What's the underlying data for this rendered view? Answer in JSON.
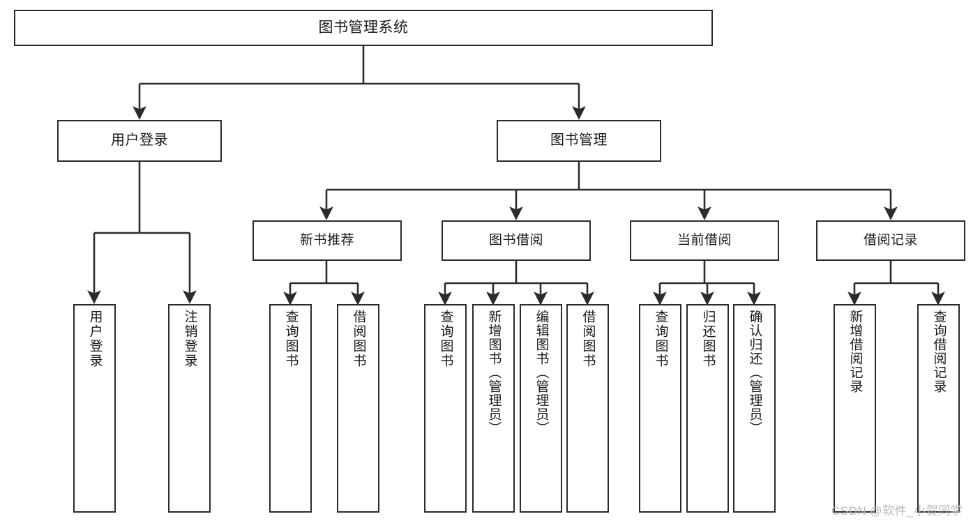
{
  "diagram": {
    "title": "图书管理系统",
    "type": "tree-hierarchy",
    "root": {
      "label": "图书管理系统"
    },
    "level1": [
      {
        "label": "用户登录"
      },
      {
        "label": "图书管理"
      }
    ],
    "level2": [
      {
        "label": "新书推荐"
      },
      {
        "label": "图书借阅"
      },
      {
        "label": "当前借阅"
      },
      {
        "label": "借阅记录"
      }
    ],
    "leaves": {
      "user_login": [
        {
          "label": "用户登录"
        },
        {
          "label": "注销登录"
        }
      ],
      "new_book_recommend": [
        {
          "label": "查询图书"
        },
        {
          "label": "借阅图书"
        }
      ],
      "book_borrow": [
        {
          "label": "查询图书"
        },
        {
          "label": "新增图书（管理员）"
        },
        {
          "label": "编辑图书（管理员）"
        },
        {
          "label": "借阅图书"
        }
      ],
      "current_borrow": [
        {
          "label": "查询图书"
        },
        {
          "label": "归还图书"
        },
        {
          "label": "确认归还（管理员）"
        }
      ],
      "borrow_record": [
        {
          "label": "新增借阅记录"
        },
        {
          "label": "查询借阅记录"
        }
      ]
    },
    "watermark": "CSDN @软件_小贺同学",
    "colors": {
      "stroke": "#2b2b2b",
      "fill": "#ffffff",
      "text": "#1a1a1a",
      "watermark": "#b9b9b9"
    }
  }
}
